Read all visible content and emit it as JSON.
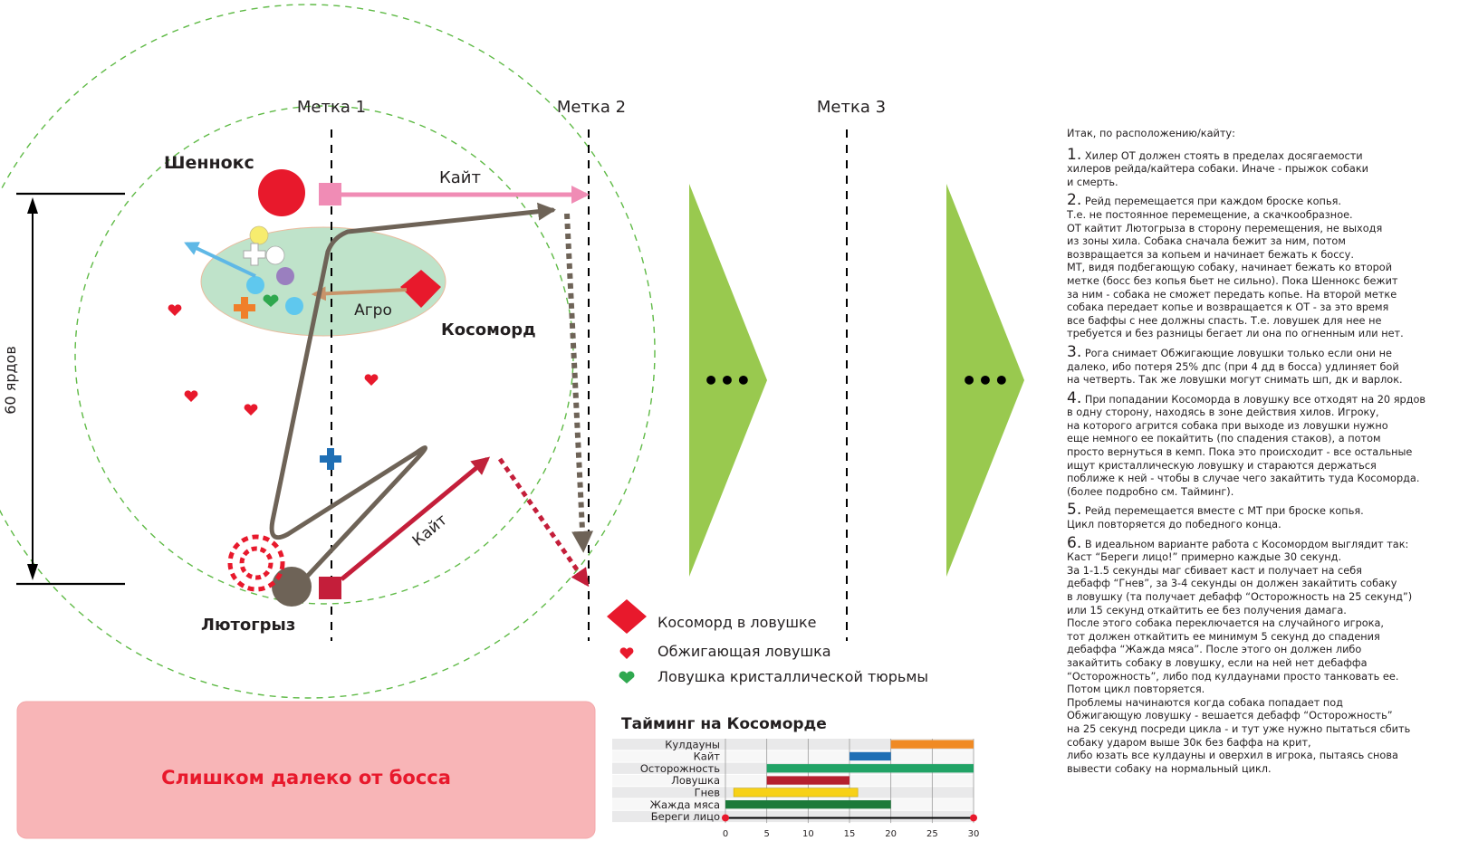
{
  "markers": [
    "Метка 1",
    "Метка 2",
    "Метка 3"
  ],
  "labels": {
    "shennoks": "Шеннокс",
    "kosomord": "Косоморд",
    "lyutogryz": "Лютогрыз",
    "kite_top": "Кайт",
    "kite_bottom": "Кайт",
    "aggro": "Агро",
    "distance": "60 ярдов",
    "too_far": "Слишком далеко от босса",
    "ellipsis": "•••"
  },
  "legend": [
    {
      "text": "Косоморд в ловушке",
      "icon": "kosomord-trapped-icon",
      "color": "#e8192c"
    },
    {
      "text": "Обжигающая ловушка",
      "icon": "immolation-trap-icon",
      "color": "#e8192c"
    },
    {
      "text": "Ловушка кристаллической тюрьмы",
      "icon": "crystal-trap-icon",
      "color": "#2fa84f"
    }
  ],
  "chart_data": {
    "type": "gantt",
    "title": "Тайминг на Косоморде",
    "xlim": [
      0,
      30
    ],
    "xticks": [
      "0",
      "5",
      "10",
      "15",
      "20",
      "25",
      "30"
    ],
    "rows": [
      {
        "label": "Кулдауны",
        "start": 20,
        "end": 30,
        "color": "#f08a24"
      },
      {
        "label": "Кайт",
        "start": 15,
        "end": 20,
        "color": "#1f6fb5"
      },
      {
        "label": "Осторожность",
        "start": 5,
        "end": 30,
        "color": "#21a366"
      },
      {
        "label": "Ловушка",
        "start": 5,
        "end": 15,
        "color": "#b5202e"
      },
      {
        "label": "Гнев",
        "start": 1,
        "end": 16,
        "color": "#f7d117"
      },
      {
        "label": "Жажда мяса",
        "start": 0,
        "end": 20,
        "color": "#1c7a3a"
      },
      {
        "label": "Береги лицо",
        "start": 0,
        "end": 30,
        "color": "#000000"
      }
    ]
  },
  "notes": {
    "intro": "Итак, по расположению/кайту:",
    "items": [
      {
        "num": "1.",
        "text": " Хилер ОТ должен стоять в пределах досягаемости\nхилеров рейда/кайтера собаки. Иначе - прыжок собаки\nи смерть."
      },
      {
        "num": "2.",
        "text": " Рейд перемещается при каждом броске копья.\nТ.е. не постоянное перемещение, а скачкообразное.\nОТ кайтит Лютогрыза в сторону перемещения, не выходя\nиз зоны хила. Собака сначала бежит за ним, потом\nвозвращается за копьем и начинает бежать к боссу.\nМТ, видя подбегающую собаку, начинает бежать ко второй\nметке (босс без копья бьет не сильно). Пока Шеннокс бежит\nза ним - собака не сможет передать копье. На второй метке\nсобака передает копье и возвращается к ОТ - за это время\nвсе баффы с нее должны спасть. Т.е. ловушек для нее не\nтребуется и без разницы бегает ли она по огненным или нет."
      },
      {
        "num": "3.",
        "text": " Рога снимает Обжигающие ловушки только если они не\nдалеко, ибо потеря 25% дпс (при 4 дд в босса) удлиняет бой\nна четверть. Так же ловушки могут снимать шп, дк и варлок."
      },
      {
        "num": "4.",
        "text": " При попадании Косоморда в ловушку все отходят на 20 ярдов\nв одну сторону, находясь в зоне действия хилов. Игроку,\nна которого агрится собака при выходе из ловушки нужно\nеще немного ее покайтить (по спадения стаков), а потом\nпросто вернуться в кемп. Пока это происходит - все остальные\nищут кристаллическую ловушку и стараются держаться\nпоближе к ней - чтобы в случае чего закайтить туда Косоморда.\n(более подробно  см. Тайминг)."
      },
      {
        "num": "5.",
        "text": " Рейд перемещается вместе с МТ при броске копья.\nЦикл повторяется до победного конца."
      },
      {
        "num": "6.",
        "text": " В идеальном варианте работа с Косоморд­ом выглядит так:\nКаст “Береги лицо!” примерно каждые 30 секунд.\nЗа 1-1.5 секунды маг сбивает каст и получает на себя\nдебафф “Гнев”, за 3-4 секунды он должен закайтить собаку\nв ловушку (та получает дебафф “Осторожность на 25 секунд”)\nили 15 секунд откайтить ее без получения дамага.\nПосле этого собака переключается на случайного игрока,\nтот должен откайтить ее минимум 5 секунд до спадения\nдебаффа “Жажда мяса”. После этого он должен либо\nзакайтить собаку в ловушку, если на ней нет дебаффа\n“Осторожность”,  либо под кулдаунами просто танковать ее.\nПотом цикл повторяется.\nПроблемы начинаются когда собака попадает под\nОбжигающую ловушку - вешается дебафф “Осторожность”\nна 25 секунд посреди цикла - и тут уже нужно пытаться сбить\nсобаку ударом выше 30к без баффа на крит,\nлибо юзать все кулдауны и оверхил в игрока, пытаясь снова\nвывести собаку на нормальный цикл."
      }
    ]
  }
}
